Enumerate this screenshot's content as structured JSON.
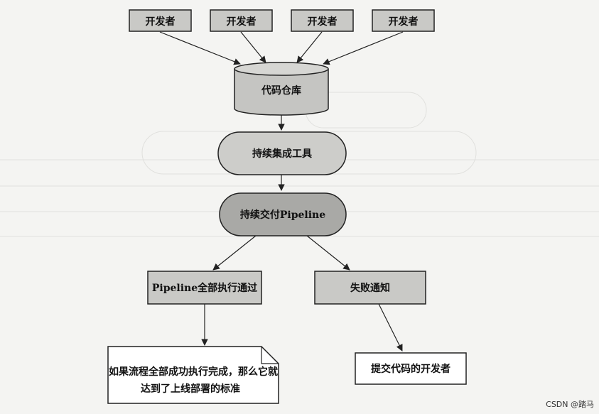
{
  "developers": [
    "开发者",
    "开发者",
    "开发者",
    "开发者"
  ],
  "repository": "代码仓库",
  "ci_tool": "持续集成工具",
  "cd_pipeline": "持续交付Pipeline",
  "pipeline_pass": "Pipeline全部执行通过",
  "failure_notice": "失败通知",
  "release_note": {
    "line1": "如果流程全部成功执行完成，那么它就",
    "line2": "达到了上线部署的标准"
  },
  "committer": "提交代码的开发者",
  "watermark": "CSDN @踏马",
  "colors": {
    "box_fill": "#c9c9c6",
    "cylinder_fill": "#c5c5c2",
    "pill_light": "#cdcdca",
    "pill_dark": "#a9a9a6",
    "line": "#222222",
    "paper": "#ffffff"
  }
}
